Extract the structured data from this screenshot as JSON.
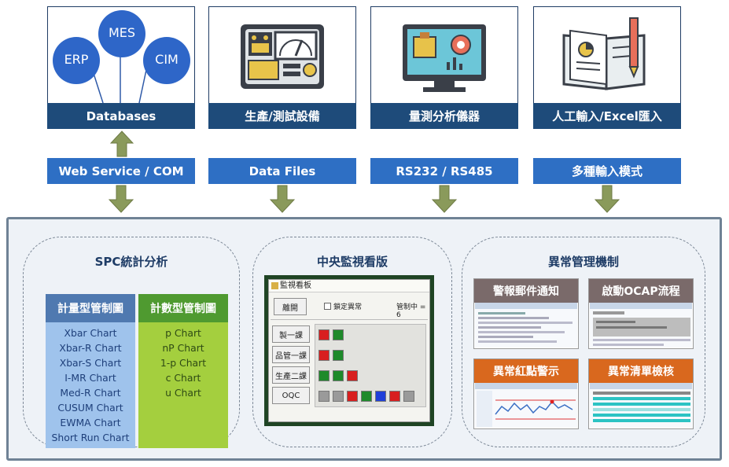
{
  "sources": [
    {
      "label": "Databases",
      "icon": "database-bubbles-icon",
      "bubbles": [
        "ERP",
        "MES",
        "CIM"
      ]
    },
    {
      "label": "生產/測試設備",
      "icon": "control-panel-icon"
    },
    {
      "label": "量測分析儀器",
      "icon": "monitor-analysis-icon"
    },
    {
      "label": "人工輸入/Excel匯入",
      "icon": "notebook-pen-icon"
    }
  ],
  "interfaces": [
    "Web Service / COM",
    "Data Files",
    "RS232 / RS485",
    "多種輸入模式"
  ],
  "panel": {
    "spc": {
      "title": "SPC統計分析",
      "variable": {
        "header": "計量型管制圖",
        "items": [
          "Xbar Chart",
          "Xbar-R Chart",
          "Xbar-S Chart",
          "I-MR Chart",
          "Med-R Chart",
          "CUSUM Chart",
          "EWMA Chart",
          "Short Run Chart"
        ]
      },
      "attribute": {
        "header": "計數型管制圖",
        "items": [
          "p Chart",
          "nP Chart",
          "1-p Chart",
          "c  Chart",
          "u Chart"
        ]
      }
    },
    "dashboard": {
      "title": "中央監視看版",
      "window_title": "監視看板",
      "close_button": "離開",
      "checkbox_label": "鎖定異常",
      "status": "管制中 = 6",
      "rows": [
        {
          "label": "製一課",
          "lamps": [
            "red",
            "green"
          ]
        },
        {
          "label": "品管一課",
          "lamps": [
            "red",
            "green"
          ]
        },
        {
          "label": "生產二課",
          "lamps": [
            "green",
            "green",
            "red"
          ]
        },
        {
          "label": "OQC",
          "lamps": [
            "gray",
            "gray",
            "red",
            "green",
            "blue",
            "red",
            "gray"
          ]
        }
      ]
    },
    "anomaly": {
      "title": "異常管理機制",
      "boxes": [
        {
          "label": "警報郵件通知",
          "color": "#7a6a6a"
        },
        {
          "label": "啟動OCAP流程",
          "color": "#7a6a6a"
        },
        {
          "label": "異常紅點警示",
          "color": "#d9681e"
        },
        {
          "label": "異常清單檢核",
          "color": "#d9681e"
        }
      ]
    }
  },
  "colors": {
    "navy": "#1e4b7a",
    "blue": "#2e6fc4",
    "arrow": "#8a9a5b",
    "spc_variable_head": "#4f79b0",
    "spc_variable_body": "#9fc3ec",
    "spc_attribute_head": "#4f9a30",
    "spc_attribute_body": "#a4cf3e"
  }
}
